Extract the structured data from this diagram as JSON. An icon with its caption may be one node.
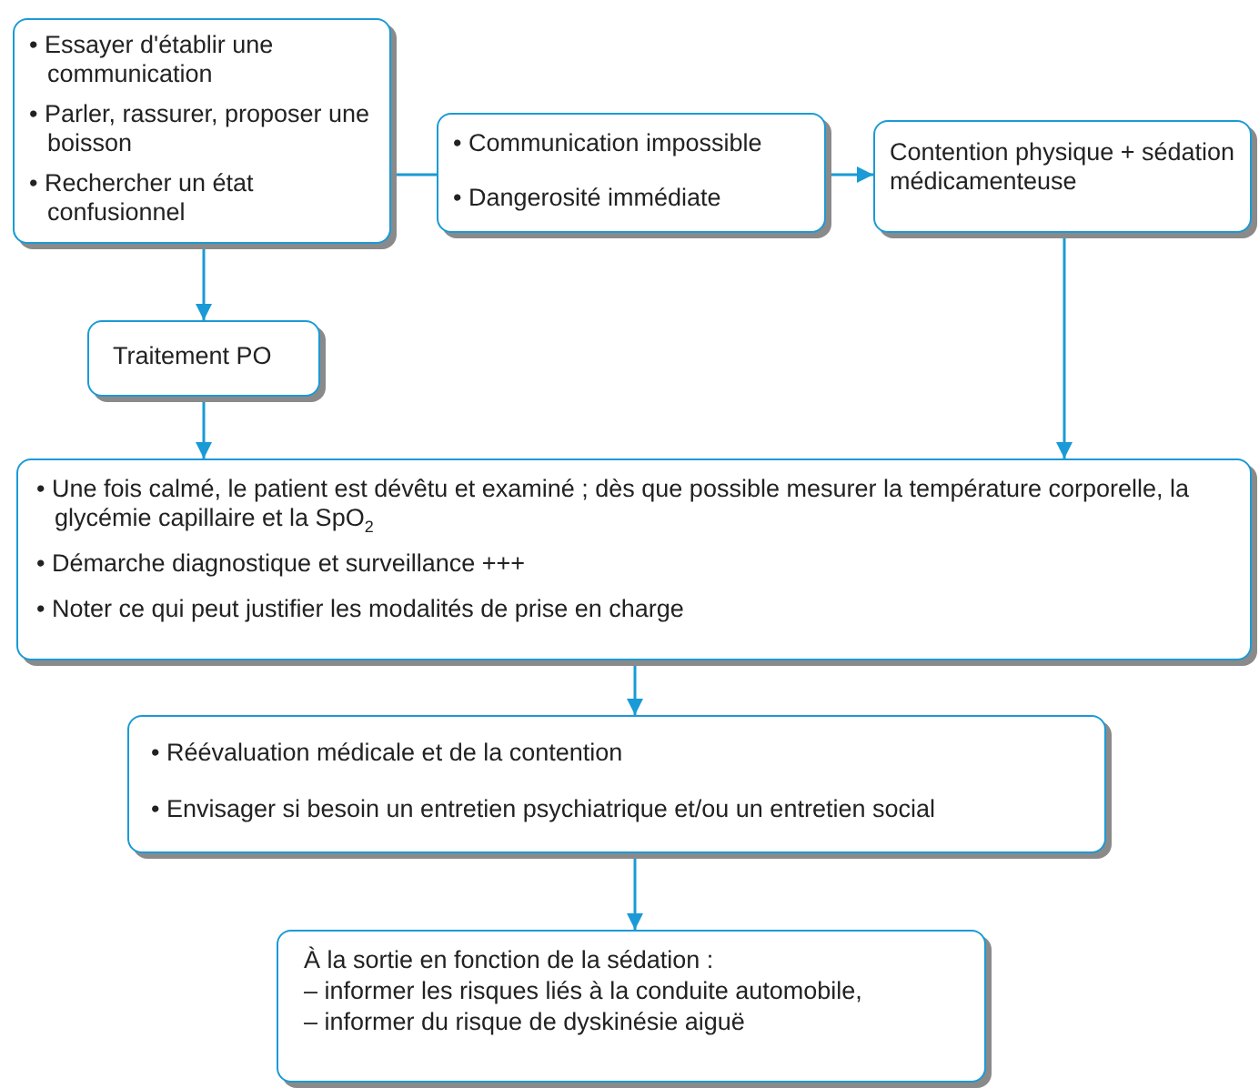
{
  "diagram": {
    "nodes": [
      {
        "text": [
          "• Essayer d'établir une communication",
          "• Parler, rassurer, proposer une boisson",
          "• Rechercher un état confusionnel"
        ]
      },
      {
        "text": [
          "• Communication impossible",
          "• Dangerosité immédiate"
        ]
      },
      {
        "text": [
          "Contention physique + sédation médicamenteuse"
        ]
      },
      {
        "text": [
          "Traitement PO"
        ]
      },
      {
        "text": [
          "• Une fois calmé, le patient est dévêtu et examiné ; dès que possible mesurer la température corporelle, la glycémie capillaire et la SpO$_{2}$",
          "• Démarche diagnostique et surveillance +++",
          "• Noter ce qui peut justifier les modalités de prise en charge"
        ]
      },
      {
        "text": [
          "• Réévaluation médicale et de la contention",
          "• Envisager si besoin un entretien psychiatrique et/ou un entretien social"
        ]
      },
      {
        "text": [
          "À la sortie en fonction de la sédation :",
          "– informer les risques liés à la conduite automobile,",
          "– informer du risque de dyskinésie aiguë"
        ]
      }
    ],
    "edges": [
      {
        "from": 0,
        "to": 1,
        "arrow": "none"
      },
      {
        "from": 1,
        "to": 2,
        "arrow": "to"
      },
      {
        "from": 0,
        "to": 3,
        "arrow": "to"
      },
      {
        "from": 3,
        "to": 4,
        "arrow": "to"
      },
      {
        "from": 2,
        "to": 4,
        "arrow": "to"
      },
      {
        "from": 4,
        "to": 5,
        "arrow": "to"
      },
      {
        "from": 5,
        "to": 6,
        "arrow": "to"
      }
    ]
  }
}
